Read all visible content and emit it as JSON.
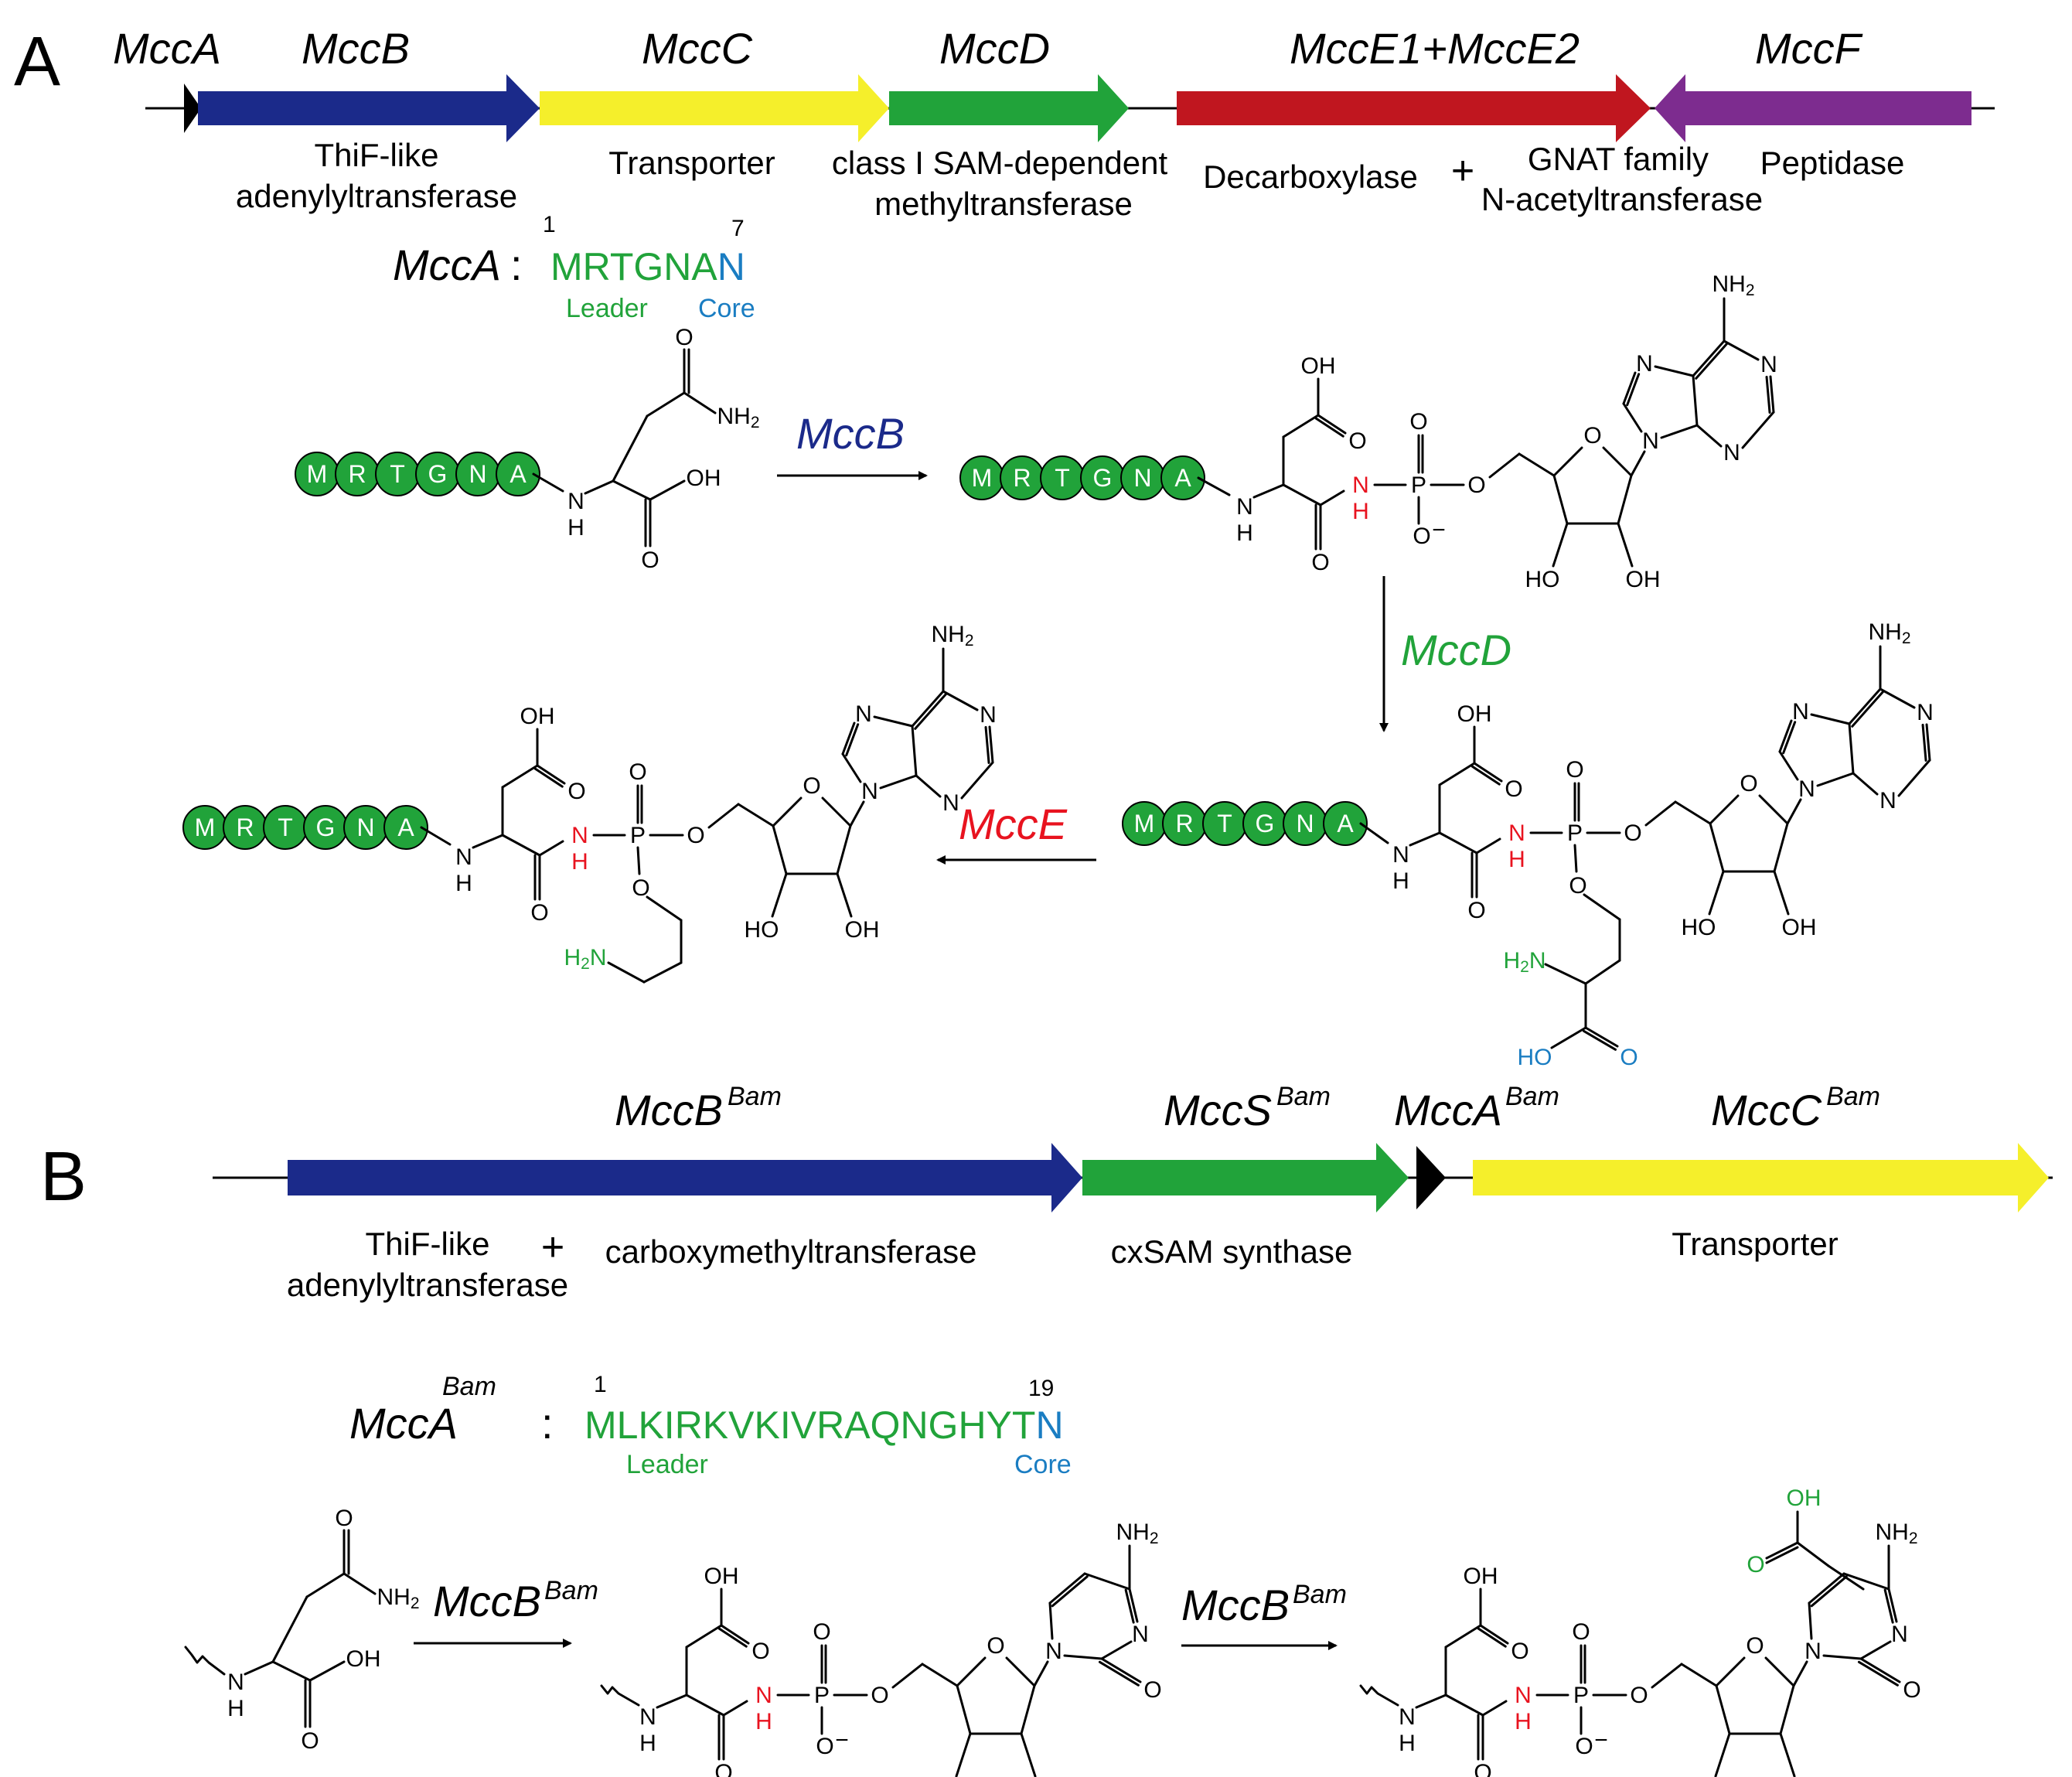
{
  "panelA": {
    "label": "A",
    "genes": [
      {
        "name": "MccA",
        "color": "#000000"
      },
      {
        "name": "MccB",
        "color": "#1b2a8a",
        "func": [
          "ThiF-like",
          "adenylyltransferase"
        ]
      },
      {
        "name": "MccC",
        "color": "#f5ef2b",
        "func": [
          "Transporter"
        ]
      },
      {
        "name": "MccD",
        "color": "#21a33a",
        "func": [
          "class I SAM-dependent",
          "methyltransferase"
        ]
      },
      {
        "name": "MccE1+MccE2",
        "color": "#c0161f",
        "func": [
          "Decarboxylase"
        ]
      },
      {
        "name": "MccF",
        "color": "#7d2c8f",
        "func": [
          "Peptidase"
        ]
      }
    ],
    "gnat": [
      "GNAT family",
      "N-acetyltransferase"
    ],
    "plus": "+",
    "peptide": {
      "label": "MccA",
      "colon": ":",
      "leader": "MRTGNA",
      "core": "N",
      "start": "1",
      "end": "7",
      "leader_tag": "Leader",
      "core_tag": "Core"
    },
    "beads": [
      "M",
      "R",
      "T",
      "G",
      "N",
      "A"
    ],
    "enzymes": {
      "step1": "MccB",
      "step2": "MccD",
      "step3": "MccE"
    }
  },
  "panelB": {
    "label": "B",
    "genes": [
      {
        "name": "MccB",
        "sup": "Bam",
        "color": "#1b2a8a",
        "func": [
          "ThiF-like",
          "adenylyltransferase"
        ],
        "func2": "carboxymethyltransferase"
      },
      {
        "name": "MccS",
        "sup": "Bam",
        "color": "#21a33a",
        "func": [
          "cxSAM synthase"
        ]
      },
      {
        "name": "MccA",
        "sup": "Bam",
        "color": "#000000"
      },
      {
        "name": "MccC",
        "sup": "Bam",
        "color": "#f5ef2b",
        "func": [
          "Transporter"
        ]
      }
    ],
    "plus": "+",
    "peptide": {
      "label": "MccA",
      "sup": "Bam",
      "colon": ":",
      "leader": "MLKIRKVKIVRAQNGHYT",
      "core": "N",
      "start": "1",
      "end": "19",
      "leader_tag": "Leader",
      "core_tag": "Core"
    },
    "enzymes": {
      "step1": "MccB",
      "step2": "MccB",
      "sup": "Bam"
    }
  },
  "chem": {
    "O": "O",
    "OH": "OH",
    "HO": "HO",
    "N": "N",
    "H": "H",
    "P": "P",
    "NH": "NH",
    "NH2": "NH",
    "H2N": "H",
    "two": "2",
    "minus": "−"
  },
  "colors": {
    "leader": "#21a33a",
    "core": "#1a7dc2",
    "nh_red": "#e8131f",
    "bead": "#21a33a",
    "green_chain": "#21a33a",
    "blue_acid": "#1a7dc2",
    "mccb_label": "#1b2a8a",
    "mccd_label": "#21a33a",
    "mcce_label": "#e8131f"
  }
}
